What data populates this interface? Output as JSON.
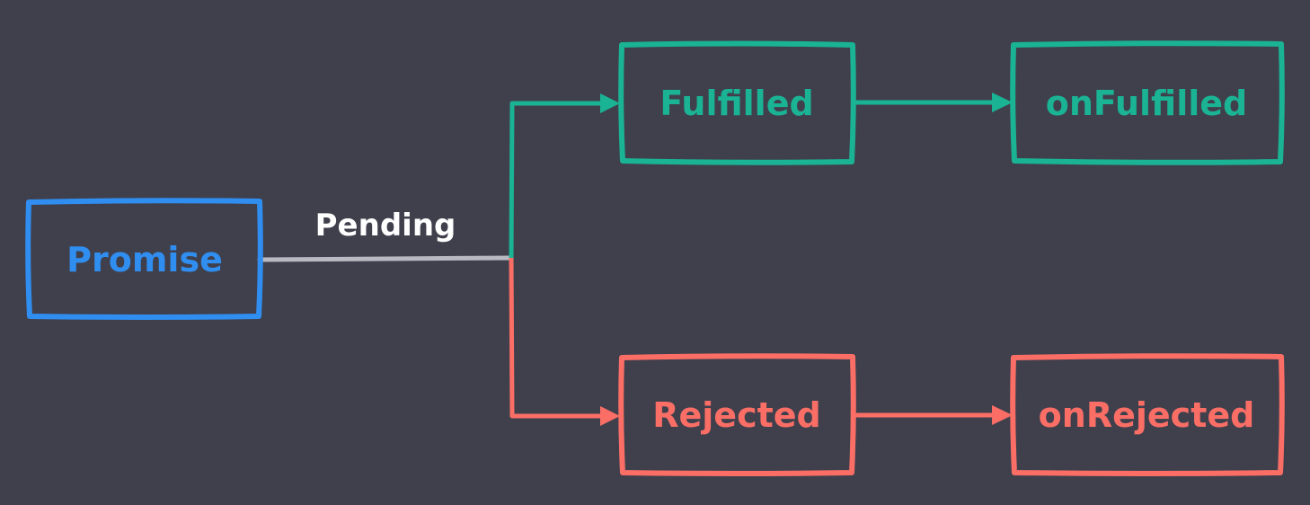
{
  "colors": {
    "background": "#40404d",
    "promise": "#2f8ef0",
    "fulfilled": "#1ab394",
    "rejected": "#fa6e66",
    "pending_line": "#b9b9c2",
    "pending_text": "#ffffff"
  },
  "nodes": {
    "promise": "Promise",
    "fulfilled": "Fulfilled",
    "on_fulfilled": "onFulfilled",
    "rejected": "Rejected",
    "on_rejected": "onRejected"
  },
  "edges": {
    "pending": "Pending"
  }
}
